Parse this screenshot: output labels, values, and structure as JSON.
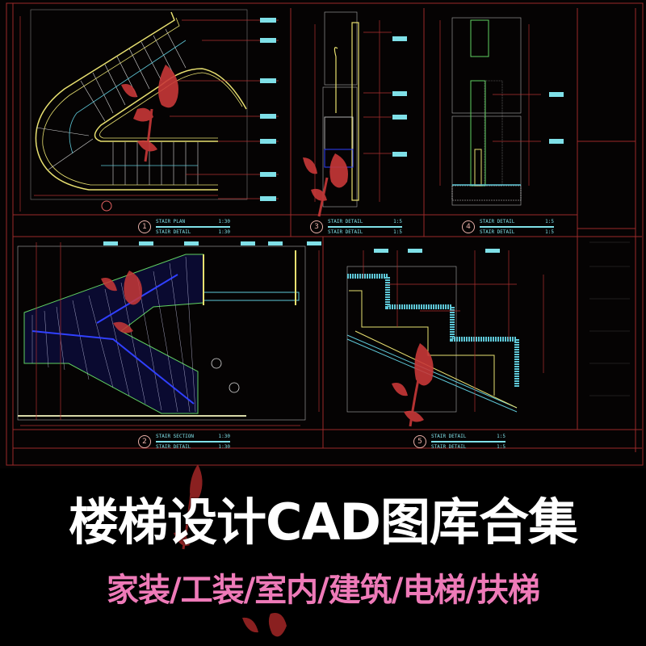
{
  "promo": {
    "headline": "楼梯设计CAD图库合集",
    "subline": "家装/工装/室内/建筑/电梯/扶梯",
    "colors": {
      "background": "#000000",
      "headline": "#ffffff",
      "subline": "#ee7ab8",
      "cad_frame": "#b03030",
      "cad_cyan": "#7fe0e8",
      "cad_yellow": "#e8e070",
      "cad_green": "#60d060",
      "cad_blue": "#3040ff",
      "flower": "#c83838"
    }
  },
  "drawings": [
    {
      "id": 1,
      "number": "1",
      "title": "STAIR PLAN",
      "scale": "1:30",
      "scale2": "1:30",
      "caption": "STAIR DETAIL"
    },
    {
      "id": 2,
      "number": "3",
      "title": "STAIR DETAIL",
      "scale": "1:5",
      "scale2": "1:5",
      "caption": "STAIR DETAIL"
    },
    {
      "id": 3,
      "number": "4",
      "title": "STAIR DETAIL",
      "scale": "1:5",
      "scale2": "1:5",
      "caption": "STAIR DETAIL"
    },
    {
      "id": 4,
      "number": "2",
      "title": "STAIR SECTION",
      "scale": "1:30",
      "scale2": "1:30",
      "caption": "STAIR DETAIL"
    },
    {
      "id": 5,
      "number": "5",
      "title": "STAIR DETAIL",
      "scale": "1:5",
      "scale2": "1:5",
      "caption": "STAIR DETAIL"
    }
  ]
}
